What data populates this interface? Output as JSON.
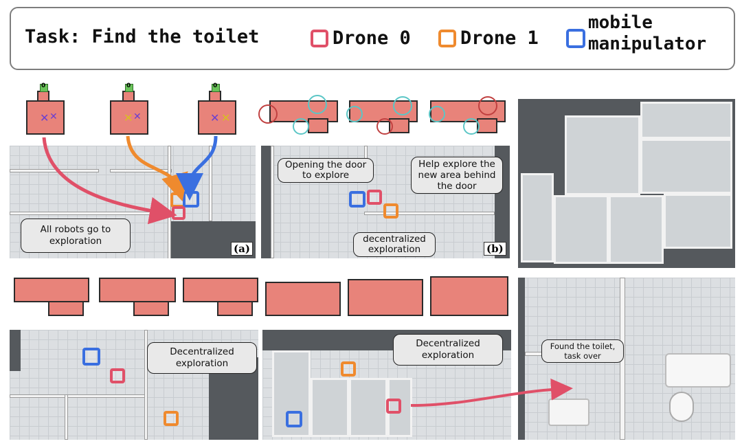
{
  "header": {
    "task": "Task: Find the toilet",
    "legend": {
      "drone0": "Drone 0",
      "drone1": "Drone 1",
      "mobile_manipulator_line1": "mobile",
      "mobile_manipulator_line2": "manipulator"
    }
  },
  "panel_a": {
    "map_labels": [
      "0",
      "0",
      "0"
    ],
    "bubble": "All robots go to exploration",
    "tag": "(a)"
  },
  "panel_b": {
    "bubble_left": "Opening the door to explore",
    "bubble_right": "Help explore the new area behind the door",
    "bubble_bottom": "decentralized exploration",
    "tag": "(b)"
  },
  "panel_c": {
    "bubble": "Decentralized exploration"
  },
  "panel_d": {
    "bubble": "Decentralized exploration"
  },
  "panel_e": {
    "bubble": "Found the toilet, task over"
  },
  "colors": {
    "drone0": "#e05068",
    "drone1": "#ef8a2e",
    "mobile_manipulator": "#3a6fe0"
  }
}
